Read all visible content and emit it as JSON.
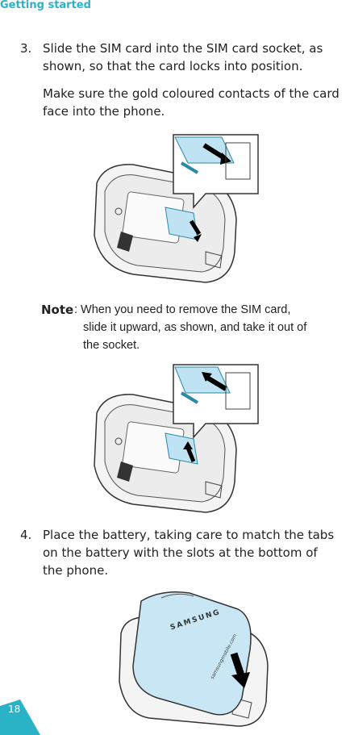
{
  "header": {
    "section": "Getting started"
  },
  "step3": {
    "number": "3.",
    "line1": "Slide the SIM card into the SIM card socket, as",
    "line2": "shown, so that the card locks into position.",
    "para_line1": "Make sure the gold coloured contacts of the card",
    "para_line2": "face into the phone."
  },
  "note": {
    "label": "Note",
    "line1": ": When you need to remove the SIM card,",
    "line2": "slide it upward, as shown, and take it out of",
    "line3": "the socket."
  },
  "step4": {
    "number": "4.",
    "line1": "Place the battery, taking care to match the tabs",
    "line2": "on the battery with the slots at the bottom of",
    "line3": "the phone."
  },
  "battery": {
    "brand": "SAMSUNG",
    "web": "samsungmobile.com"
  },
  "footer": {
    "page_number": "18"
  },
  "colors": {
    "accent": "#2ab3c6",
    "sim_blue": "#bfe3f2",
    "battery_blue": "#c9e6f5"
  }
}
